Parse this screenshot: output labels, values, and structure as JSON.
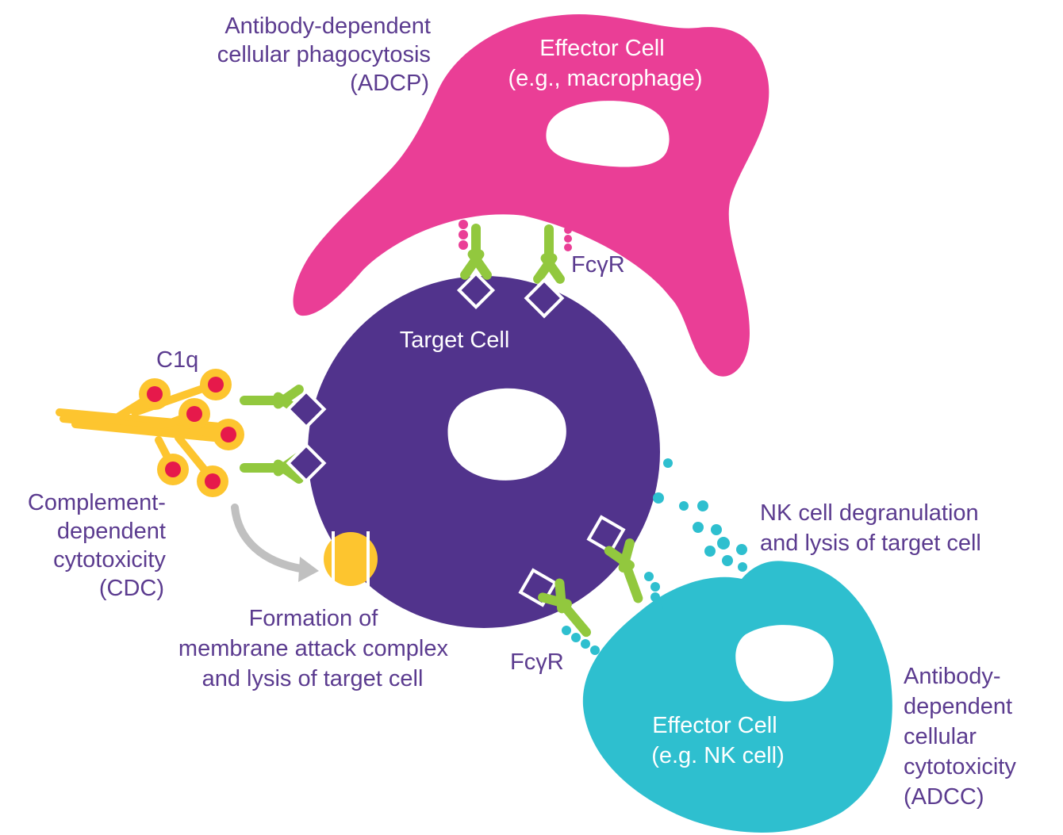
{
  "colors": {
    "macrophage": "#ea3e96",
    "target_cell": "#51338c",
    "nk_cell": "#2ebfcf",
    "antibody": "#92c83e",
    "c1q": "#fdc52f",
    "c1q_head": "#e6194b",
    "arrow": "#c0c0c0",
    "text": "#5b3b8f"
  },
  "adcp_label": [
    "Antibody-dependent",
    "cellular phagocytosis",
    "(ADCP)"
  ],
  "macrophage_label": [
    "Effector Cell",
    "(e.g., macrophage)"
  ],
  "fcgr_top": "FcγR",
  "target_label": "Target Cell",
  "c1q_label": "C1q",
  "cdc_label": [
    "Complement-",
    "dependent",
    "cytotoxicity",
    "(CDC)"
  ],
  "mac_label": [
    "Formation of",
    "membrane attack complex",
    "and lysis of target cell"
  ],
  "nk_degran_label": [
    "NK cell degranulation",
    "and lysis of target cell"
  ],
  "fcgr_bottom": "FcγR",
  "nk_label": [
    "Effector Cell",
    "(e.g. NK cell)"
  ],
  "adcc_label": [
    "Antibody-",
    "dependent",
    "cellular",
    "cytotoxicity",
    "(ADCC)"
  ]
}
